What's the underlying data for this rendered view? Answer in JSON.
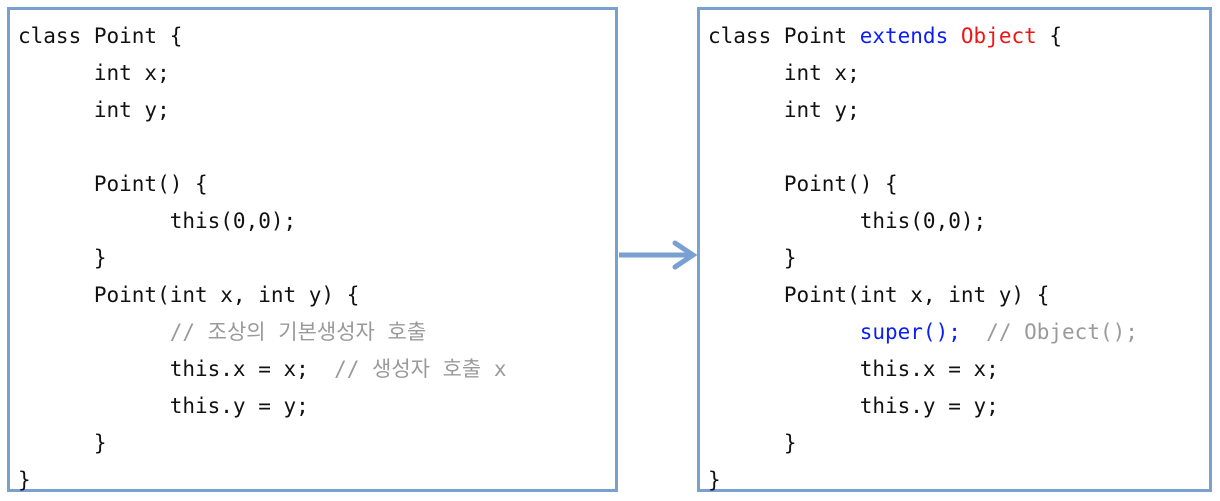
{
  "left_panel": {
    "lines": [
      "class Point {",
      "      int x;",
      "      int y;",
      "",
      "      Point() {",
      "            this(0,0);",
      "      }",
      "      Point(int x, int y) {",
      "            // 조상의 기본생성자 호출",
      "            this.x = x;  // 생성자 호출 x",
      "            this.y = y;",
      "      }",
      "}"
    ]
  },
  "right_panel": {
    "class_line": {
      "prefix": "class Point ",
      "extends_kw": "extends",
      "object_kw": "Object",
      "suffix": " {"
    },
    "lines": [
      "      int x;",
      "      int y;",
      "",
      "      Point() {",
      "            this(0,0);",
      "      }",
      "      Point(int x, int y) {"
    ],
    "super_line": {
      "indent": "            ",
      "super_call": "super();",
      "gap": "  ",
      "comment": "// Object();"
    },
    "lines_after": [
      "            this.x = x;",
      "            this.y = y;",
      "      }",
      "}"
    ]
  },
  "colors": {
    "border": "#7a9fd1",
    "arrow": "#7a9fd1",
    "keyword_blue": "#0a1ef5",
    "keyword_red": "#f01414",
    "comment_gray": "#9a9a9a"
  },
  "connector_icon": "arrow-right-icon"
}
